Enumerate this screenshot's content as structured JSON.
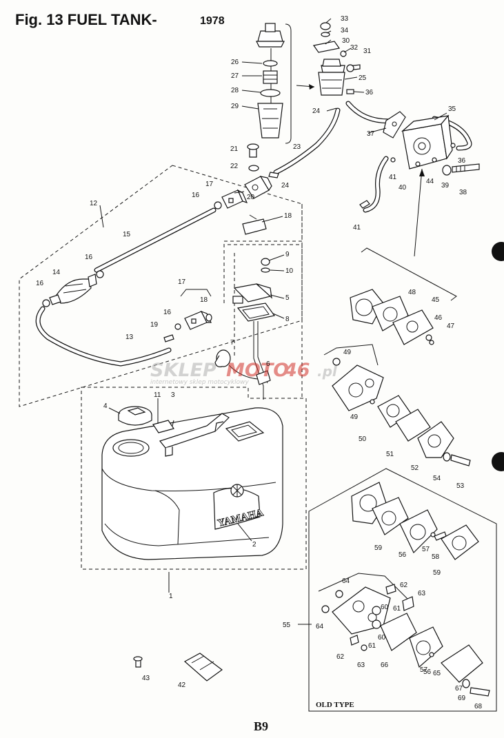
{
  "figure": {
    "title_main": "Fig. 13 FUEL TANK-",
    "title_year": "1978",
    "page_number": "B9",
    "old_type_label": "OLD TYPE"
  },
  "watermark": {
    "brand_left": "SKLEP",
    "brand_mid": "MOTO",
    "brand_num": "46",
    "brand_tld": ".pl",
    "tagline": "internetowy sklep motocyklowy",
    "accent_color": "#d0302a"
  },
  "tank_brand": "YAMAHA",
  "callouts": [
    "1",
    "2",
    "3",
    "4",
    "5",
    "6",
    "7",
    "8",
    "9",
    "10",
    "11",
    "12",
    "13",
    "14",
    "15",
    "16",
    "17",
    "18",
    "19",
    "20",
    "21",
    "22",
    "23",
    "24",
    "25",
    "26",
    "27",
    "28",
    "29",
    "30",
    "31",
    "32",
    "33",
    "34",
    "35",
    "36",
    "37",
    "38",
    "39",
    "40",
    "41",
    "42",
    "43",
    "44",
    "45",
    "46",
    "47",
    "48",
    "49",
    "50",
    "51",
    "52",
    "53",
    "54",
    "55",
    "56",
    "57",
    "58",
    "59",
    "60",
    "61",
    "62",
    "63",
    "64",
    "65",
    "66",
    "67",
    "68",
    "69"
  ]
}
